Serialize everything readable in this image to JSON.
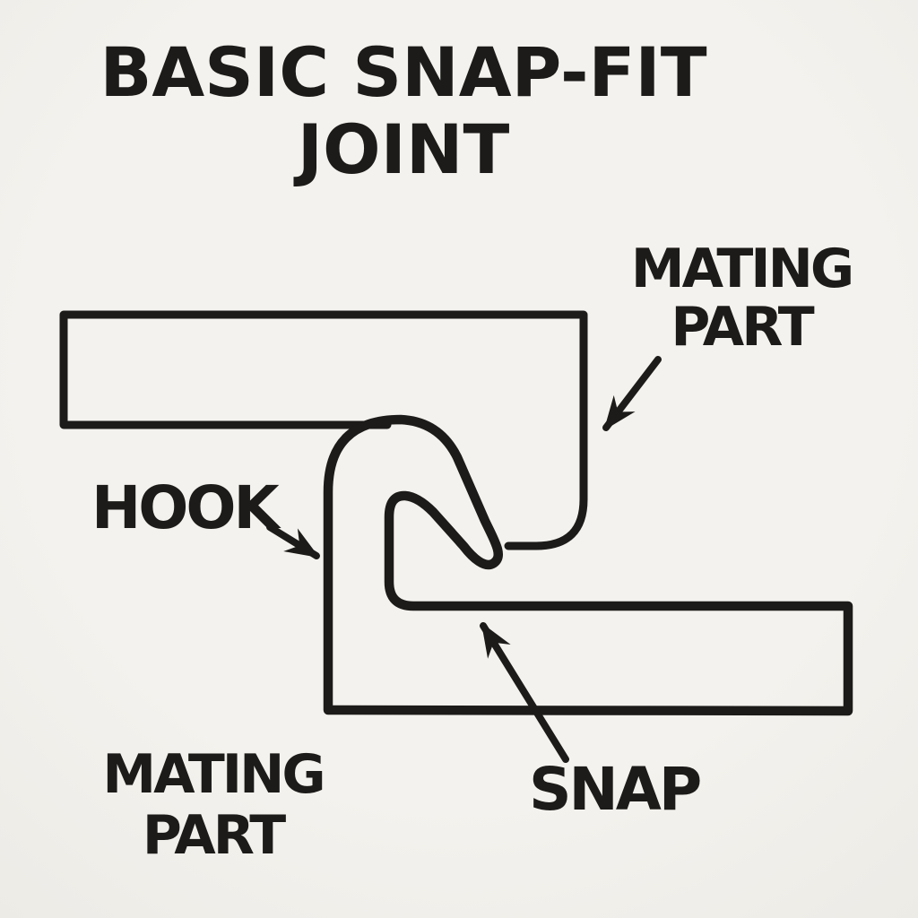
{
  "colors": {
    "bg": "#f4f2ee",
    "ink": "#1c1b19"
  },
  "title": {
    "line1": "BASIC SNAP-FIT",
    "line2": "JOINT"
  },
  "labels": {
    "mating_part_top": {
      "line1": "MATING",
      "line2": "PART"
    },
    "hook": "HOOK",
    "snap": "SNAP",
    "mating_part_bottom": {
      "line1": "MATING",
      "line2": "PART"
    }
  }
}
